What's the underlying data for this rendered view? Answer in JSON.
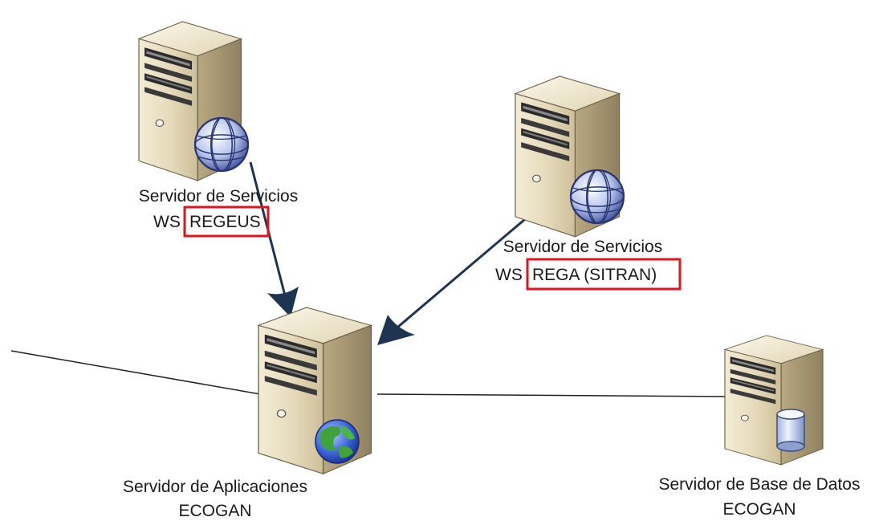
{
  "nodes": {
    "regeus": {
      "icon": "web-server-globe-icon",
      "line1": "Servidor de Servicios",
      "line2_prefix": "WS",
      "line2_highlight": "REGEUS"
    },
    "rega": {
      "icon": "web-server-globe-icon",
      "line1": "Servidor de Servicios",
      "line2_prefix": "WS",
      "line2_highlight": "REGA (SITRAN)"
    },
    "app": {
      "icon": "application-server-earth-icon",
      "line1": "Servidor de Aplicaciones",
      "line2": "ECOGAN"
    },
    "db": {
      "icon": "database-server-icon",
      "line1": "Servidor de Base de Datos",
      "line2": "ECOGAN"
    }
  },
  "connections": [
    {
      "from": "regeus",
      "to": "app",
      "style": "arrow"
    },
    {
      "from": "rega",
      "to": "app",
      "style": "arrow"
    },
    {
      "from": "app",
      "to": "db",
      "style": "line"
    },
    {
      "from": "app",
      "to": "offscreen-left",
      "style": "line"
    }
  ],
  "colors": {
    "highlight_box": "#e0141e",
    "arrow": "#1f3450",
    "line": "#222222",
    "server_case": "#e6dcc0"
  }
}
